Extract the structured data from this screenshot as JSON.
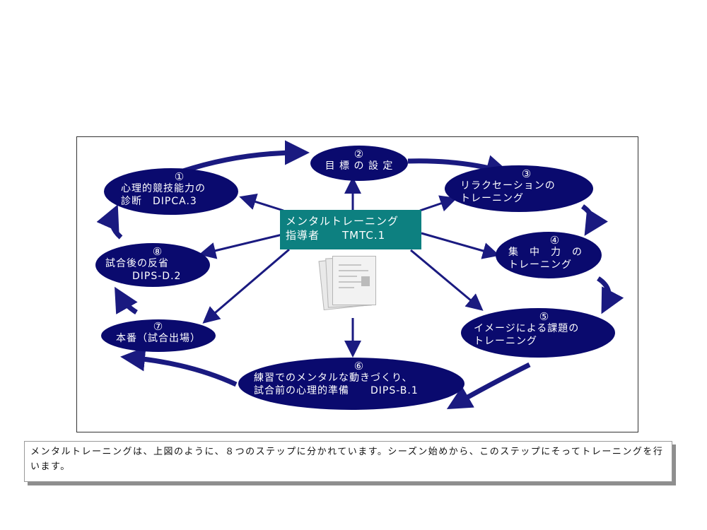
{
  "center": {
    "title": "メンタルトレーニング",
    "subtitle": "指導者　　TMTC.1"
  },
  "steps": [
    {
      "number": "①",
      "lines": [
        "心理的競技能力の",
        "診断　DIPCA.3"
      ]
    },
    {
      "number": "②",
      "lines": [
        "目 標 の 設 定"
      ]
    },
    {
      "number": "③",
      "lines": [
        "リラクセーションの",
        "トレーニング"
      ]
    },
    {
      "number": "④",
      "lines": [
        "集　中　力　の",
        "トレーニング"
      ]
    },
    {
      "number": "⑤",
      "lines": [
        "イメージによる課題の",
        "トレーニング"
      ]
    },
    {
      "number": "⑥",
      "lines": [
        "練習でのメンタルな動きづくり、",
        "試合前の心理的準備　　DIPS-B.1"
      ]
    },
    {
      "number": "⑦",
      "lines": [
        "本番（試合出場）"
      ]
    },
    {
      "number": "⑧",
      "lines": [
        "試合後の反省",
        "DIPS-D.2"
      ]
    }
  ],
  "caption": "メンタルトレーニングは、上図のように、８つのステップに分かれています。シーズン始めから、このステップにそってトレーニングを行います。",
  "colors": {
    "node": "#0a0a6e",
    "center": "#0d8080",
    "arrow": "#1a1a80"
  }
}
